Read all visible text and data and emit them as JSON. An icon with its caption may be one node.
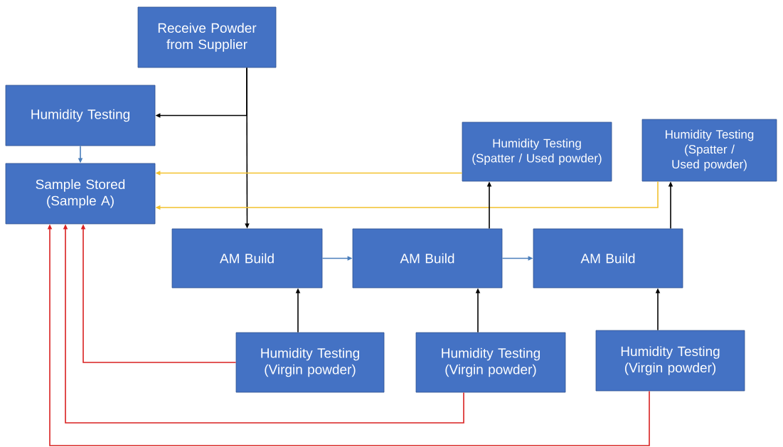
{
  "diagram": {
    "nodes": [
      {
        "text": [
          "Receive Powder from Supplier"
        ]
      },
      {
        "text": [
          "Humidity Testing"
        ]
      },
      {
        "text": [
          "Sample Stored (Sample A)"
        ]
      },
      {
        "text": [
          "AM Build"
        ]
      },
      {
        "text": [
          "AM Build"
        ]
      },
      {
        "text": [
          "AM Build"
        ]
      },
      {
        "text": [
          "Humidity Testing (Spatter / Used powder)"
        ]
      },
      {
        "text": [
          "Humidity Testing (Spatter / Used powder)"
        ]
      },
      {
        "text": [
          "Humidity Testing (Virgin powder)"
        ]
      },
      {
        "text": [
          "Humidity Testing (Virgin powder)"
        ]
      },
      {
        "text": [
          "Humidity Testing (Virgin powder)"
        ]
      }
    ],
    "edges": [
      {
        "from": 0,
        "to": 1,
        "arrow": "to"
      },
      {
        "from": 0,
        "to": 3,
        "arrow": "to"
      },
      {
        "from": 1,
        "to": 2,
        "arrow": "to",
        "color": "#4a7ebb"
      },
      {
        "from": 6,
        "to": 2,
        "arrow": "to",
        "color": "#f2c12e"
      },
      {
        "from": 7,
        "to": 2,
        "arrow": "to",
        "color": "#f2c12e"
      },
      {
        "from": 3,
        "to": 4,
        "arrow": "to",
        "color": "#4a7ebb"
      },
      {
        "from": 4,
        "to": 5,
        "arrow": "to",
        "color": "#4a7ebb"
      },
      {
        "from": 4,
        "to": 6,
        "arrow": "to"
      },
      {
        "from": 5,
        "to": 7,
        "arrow": "to"
      },
      {
        "from": 8,
        "to": 3,
        "arrow": "to"
      },
      {
        "from": 9,
        "to": 4,
        "arrow": "to"
      },
      {
        "from": 10,
        "to": 5,
        "arrow": "to"
      },
      {
        "from": 8,
        "to": 2,
        "arrow": "to",
        "color": "#d92121"
      },
      {
        "from": 9,
        "to": 2,
        "arrow": "to",
        "color": "#d92121"
      },
      {
        "from": 10,
        "to": 2,
        "arrow": "to",
        "color": "#d92121"
      }
    ]
  }
}
